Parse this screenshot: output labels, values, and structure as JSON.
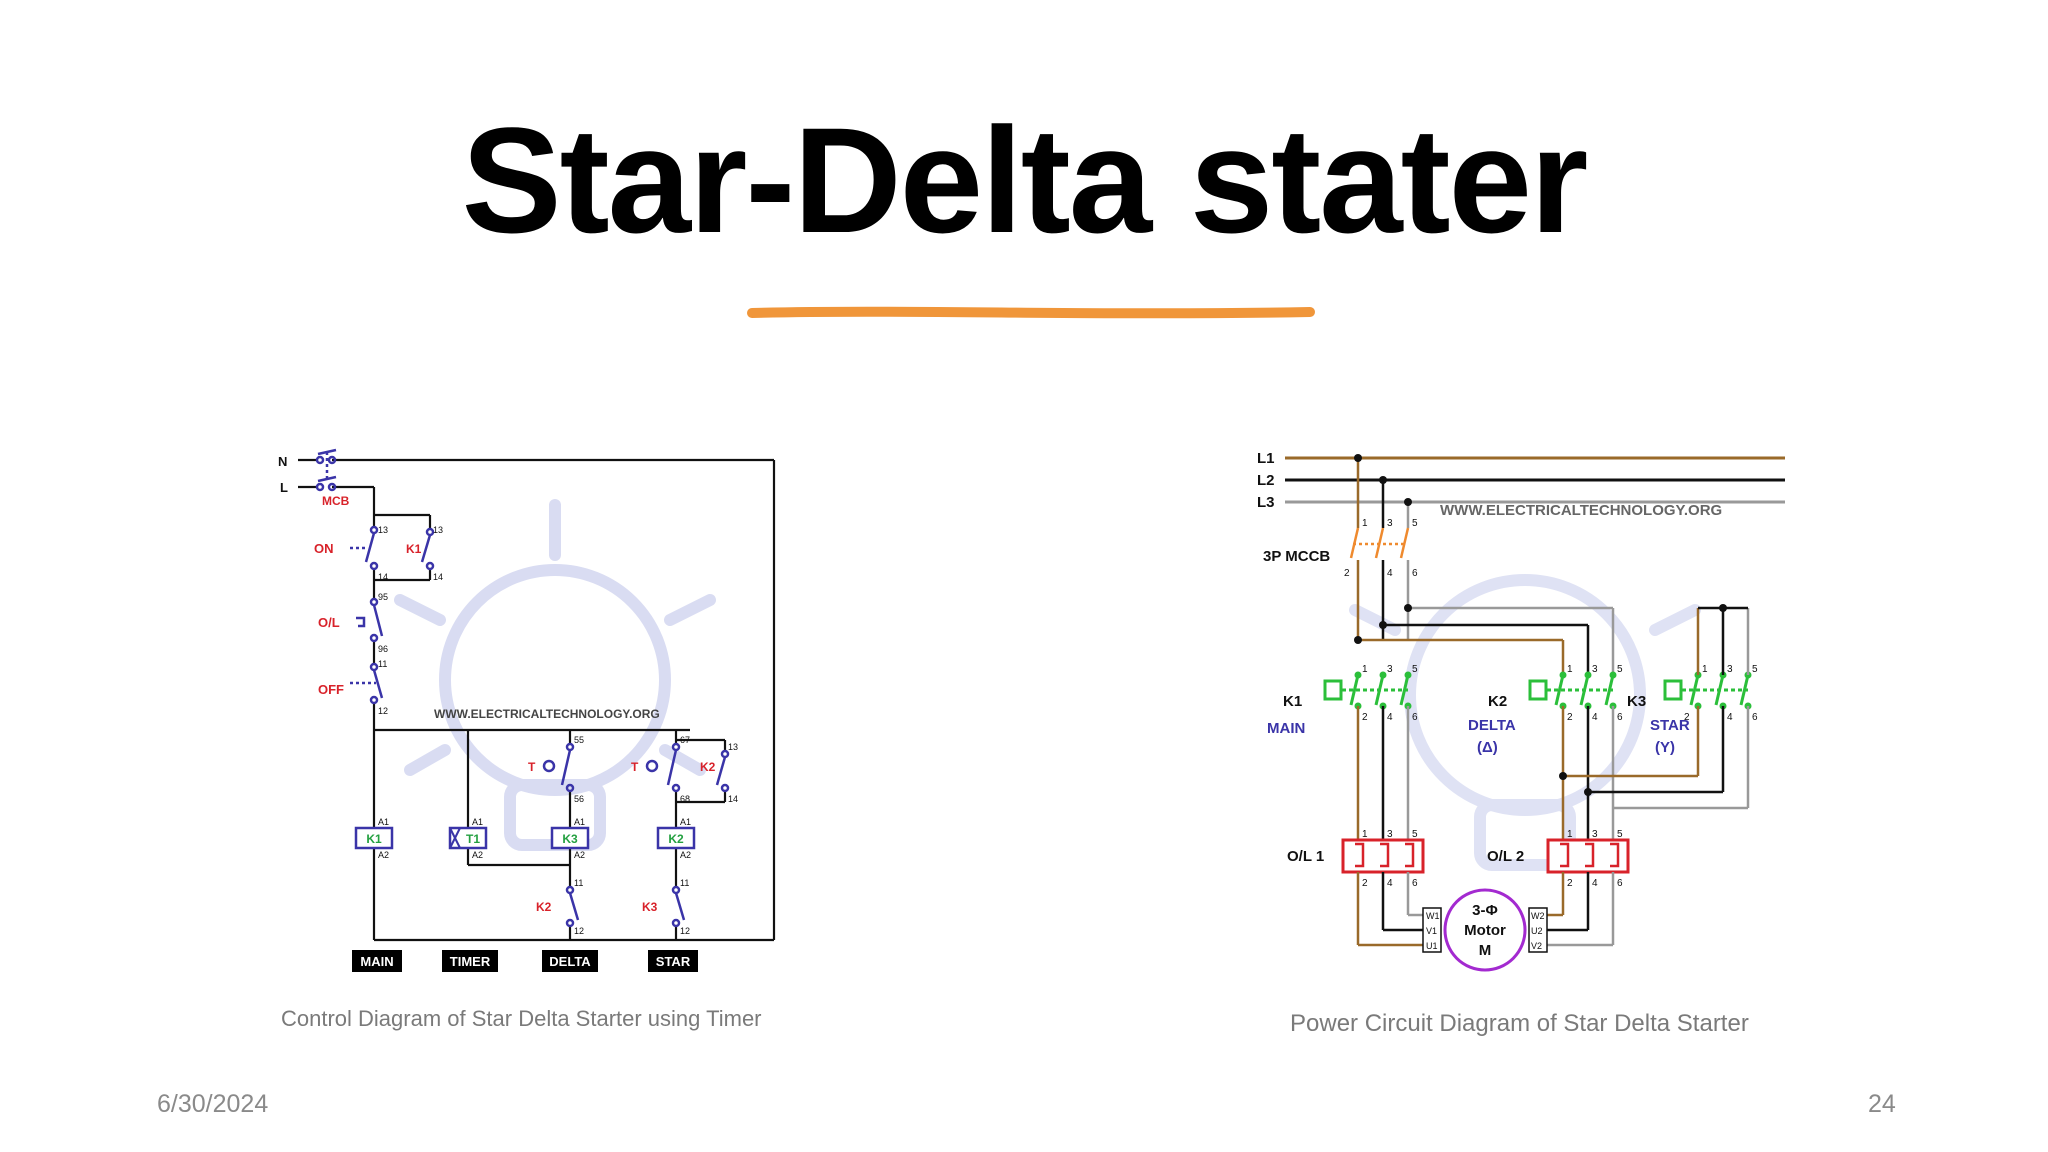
{
  "slide": {
    "title": "Star-Delta stater",
    "date": "6/30/2024",
    "page_number": "24",
    "accent_color": "#f0963a"
  },
  "control_diagram": {
    "caption": "Control Diagram of Star Delta Starter using Timer",
    "watermark": "WWW.ELECTRICALTECHNOLOGY.ORG",
    "supply": [
      "N",
      "L"
    ],
    "mcb": "MCB",
    "on": "ON",
    "k1_hold": "K1",
    "ol": "O/L",
    "off": "OFF",
    "timer_contact": "T",
    "k2_contact": "K2",
    "k3_contact": "K3",
    "coils": [
      "K1",
      "T1",
      "K3",
      "K2"
    ],
    "coil_terms": [
      "A1",
      "A2"
    ],
    "terms": [
      "13",
      "14",
      "95",
      "96",
      "11",
      "12",
      "55",
      "56",
      "67",
      "68"
    ],
    "branch_labels": [
      "MAIN",
      "TIMER",
      "DELTA",
      "STAR"
    ]
  },
  "power_diagram": {
    "caption": "Power Circuit Diagram of Star Delta Starter",
    "watermark": "WWW.ELECTRICALTECHNOLOGY.ORG",
    "lines": [
      "L1",
      "L2",
      "L3"
    ],
    "breaker": "3P MCCB",
    "contactors": [
      {
        "name": "K1",
        "role": "MAIN"
      },
      {
        "name": "K2",
        "role": "DELTA",
        "symbol": "(Δ)"
      },
      {
        "name": "K3",
        "role": "STAR",
        "symbol": "(Y)"
      }
    ],
    "overloads": [
      "O/L 1",
      "O/L 2"
    ],
    "terminals": [
      "1",
      "3",
      "5",
      "2",
      "4",
      "6"
    ],
    "motor": {
      "line1": "3-Φ",
      "line2": "Motor",
      "line3": "M"
    },
    "windings_left": [
      "W1",
      "V1",
      "U1"
    ],
    "windings_right": [
      "W2",
      "U2",
      "V2"
    ]
  }
}
